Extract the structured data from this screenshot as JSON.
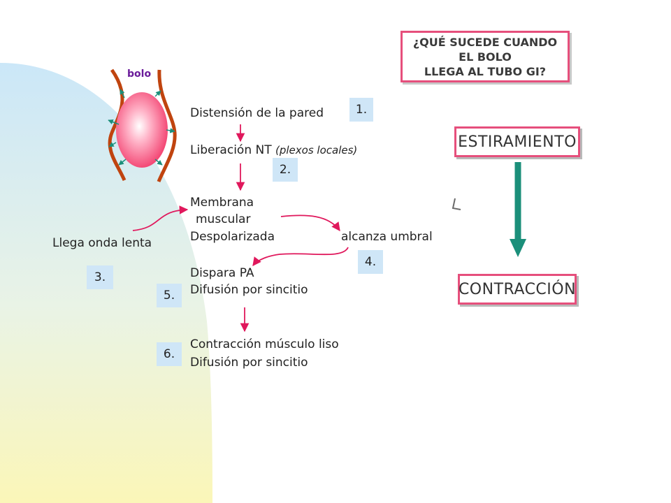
{
  "question": {
    "line1": "¿QUÉ SUCEDE CUANDO",
    "line2": "EL BOLO",
    "line3": "LLEGA AL TUBO GI?"
  },
  "bolo_label": "bolo",
  "steps": {
    "distension": "Distensión de la pared",
    "liberacion": "Liberación NT",
    "liberacion_note": "(plexos locales)",
    "membrana": "Membrana",
    "muscular": "muscular",
    "despolarizada": "Despolarizada",
    "umbral": "alcanza umbral",
    "onda": "Llega onda lenta",
    "dispara": "Dispara PA",
    "difusion1": "Difusión por sincitio",
    "contraccion_musculo": "Contracción músculo liso",
    "difusion2": "Difusión por sincitio"
  },
  "badges": [
    "1.",
    "2.",
    "3.",
    "4.",
    "5.",
    "6."
  ],
  "right": {
    "estiramiento": "ESTIRAMIENTO",
    "contraccion": "CONTRACCIÓN"
  },
  "colors": {
    "accent_border": "#e64f7c",
    "badge_fill": "#cfe6f7",
    "arrow": "#e0185c",
    "wall": "#c0440f",
    "bolus": "#f23b6b",
    "big_arrow": "#1b8f7a"
  }
}
